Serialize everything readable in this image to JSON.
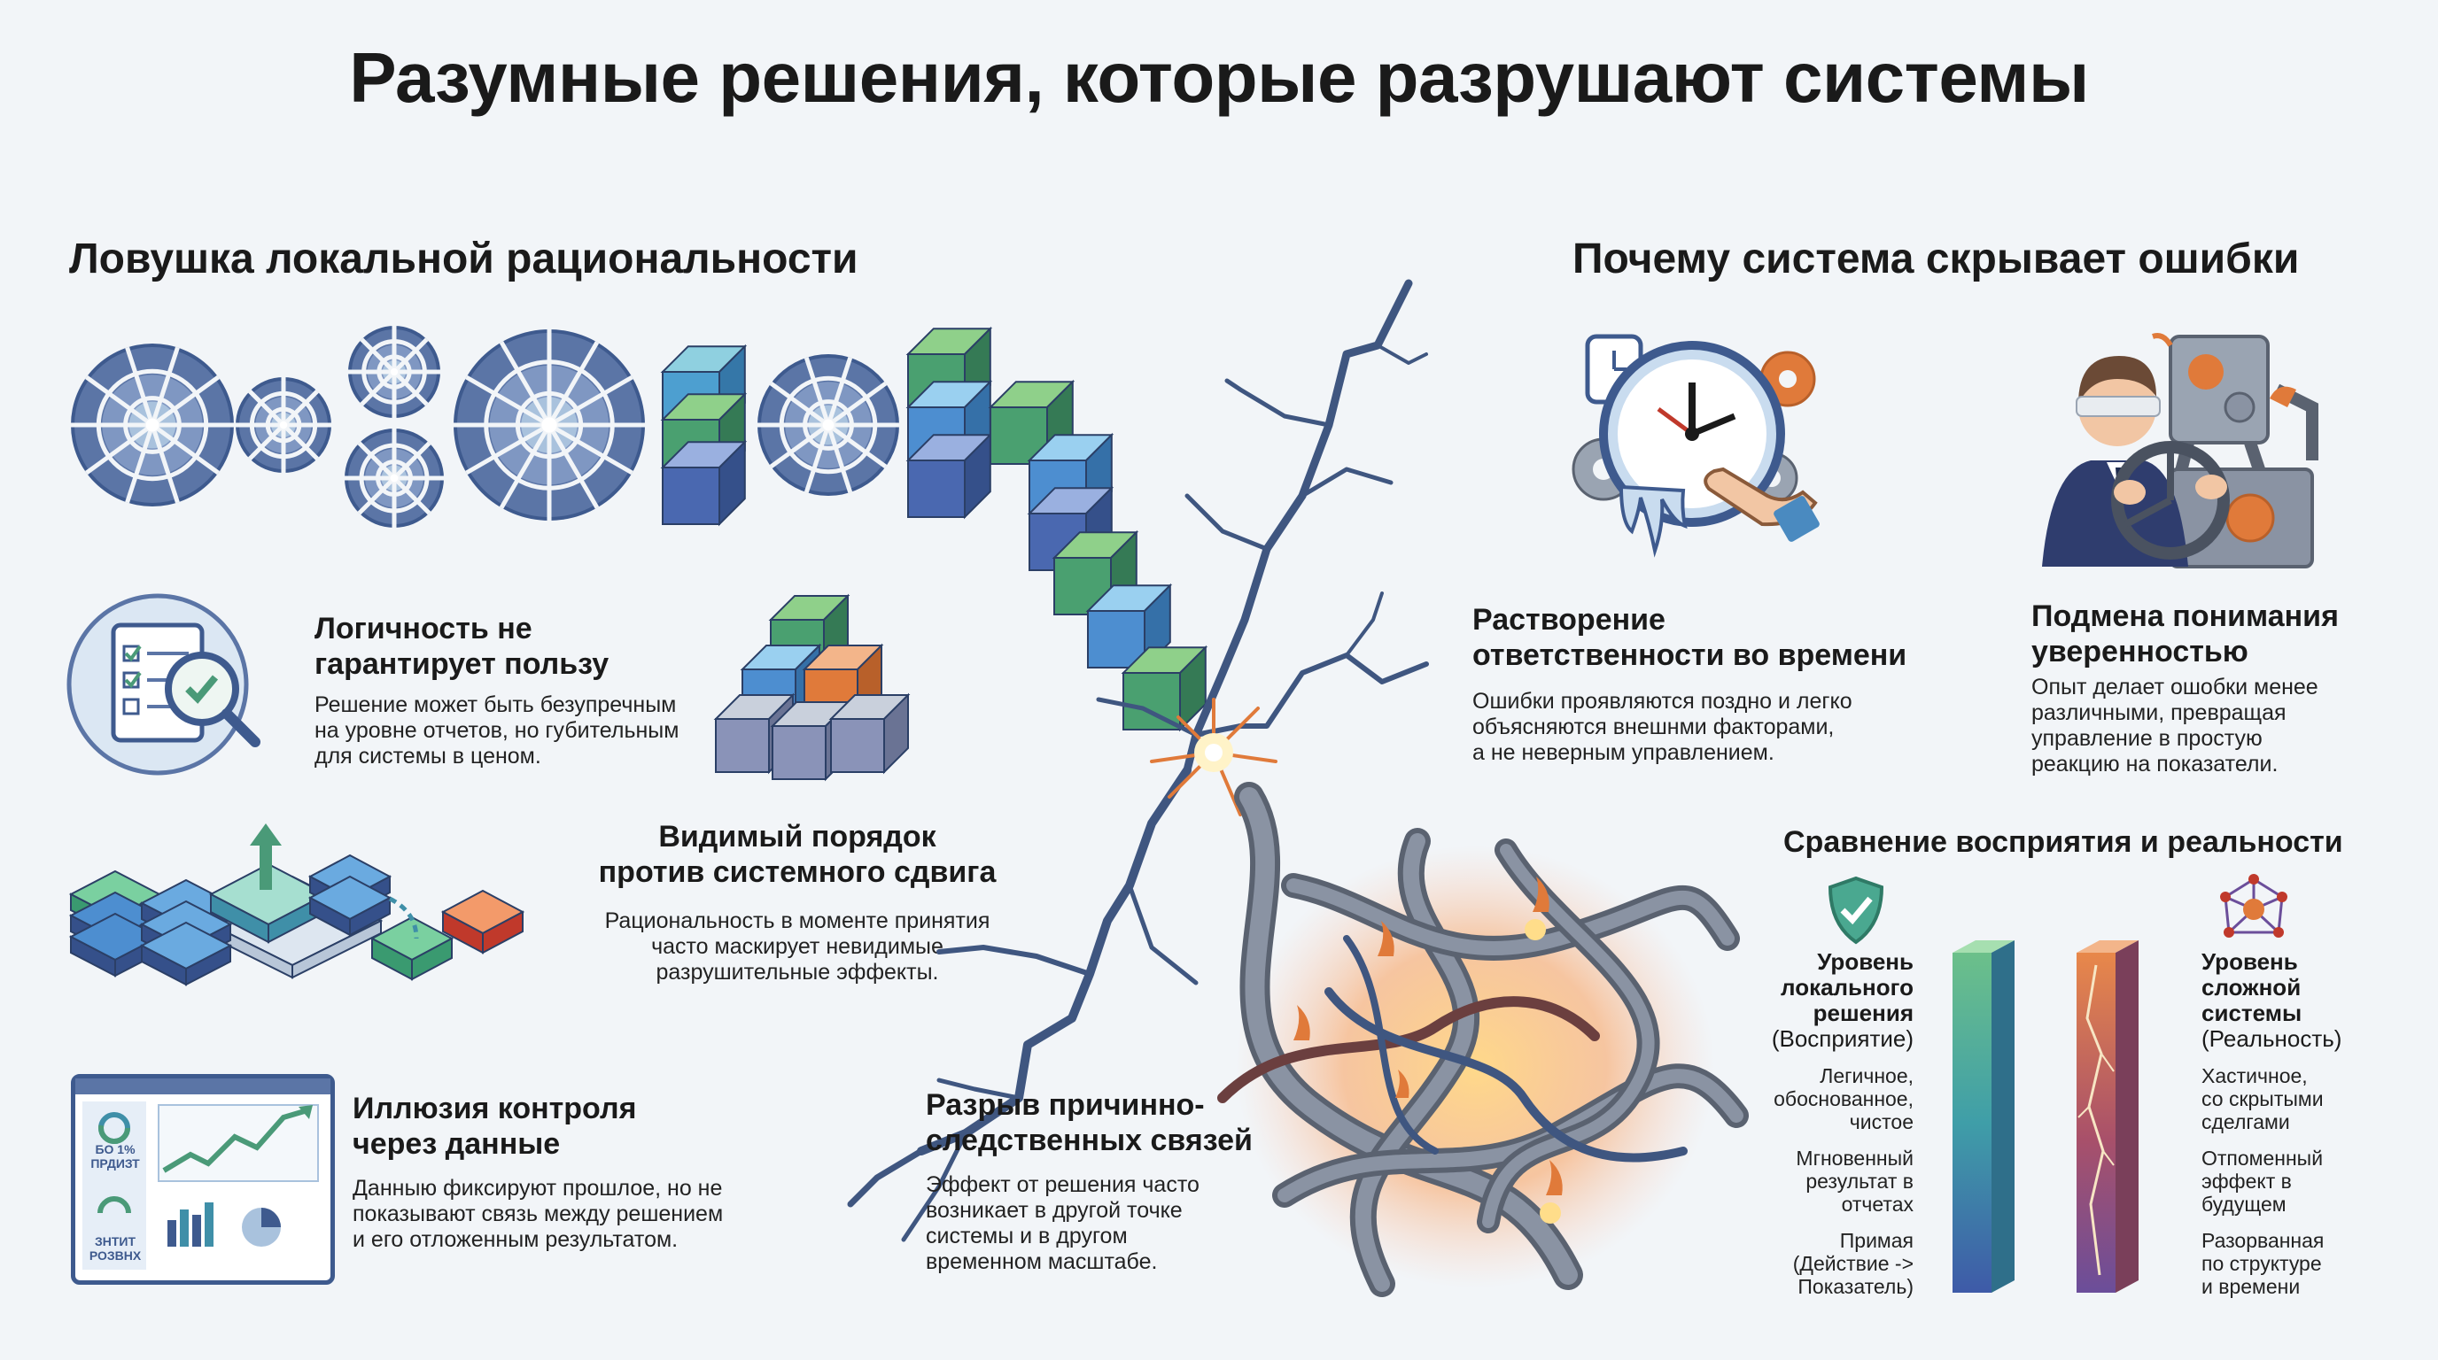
{
  "title": "Разумные решения, которые разрушают системы",
  "left": {
    "section": "Ловушка локальной рациональности",
    "blocks": [
      {
        "heading": [
          "Логичность не",
          "гарантирует пользу"
        ],
        "text": [
          "Решение может быть безупречным",
          "на уровне отчетов, но губительным",
          "для системы в ценом."
        ]
      },
      {
        "heading": [
          "Видимый порядок",
          "против системного сдвига"
        ],
        "text": [
          "Рациональность в моменте принятия",
          "часто маскирует невидимые",
          "разрушительные эффекты."
        ]
      },
      {
        "heading": [
          "Иллюзия контроля",
          "через данные"
        ],
        "text": [
          "Данныю фиксируют прошлое, но не",
          "показывают связь между решением",
          "и его отложенным результатом."
        ]
      }
    ],
    "dashboard_labels": [
      "БО 1%",
      "ПРДИЗТ",
      "ЗНТИТ",
      "РОЗВНХ"
    ]
  },
  "center": {
    "heading": [
      "Разрыв причинно-",
      "следственных связей"
    ],
    "text": [
      "Эффект от решения часто",
      "возникает в другой точке",
      "системы и в другом",
      "временном масштабе."
    ]
  },
  "right": {
    "section": "Почему система скрывает ошибки",
    "blocks": [
      {
        "heading": [
          "Растворение",
          "ответственности во времени"
        ],
        "text": [
          "Ошибки проявляются поздно и легко",
          "объясняются внешнми факторами,",
          "а не неверным управлением."
        ]
      },
      {
        "heading": [
          "Подмена понимания",
          "уверенностью"
        ],
        "text": [
          "Опыт делает ошобки менее",
          "различными, превращая",
          "управление в простую",
          "реакцию на показатели."
        ]
      }
    ]
  },
  "comparison": {
    "title": "Сравнение восприятия и реальности",
    "left_head": [
      "Уровень",
      "локального",
      "решения"
    ],
    "left_sub": "(Восприятие)",
    "left_rows": [
      [
        "Легичное,",
        "обоснованное,",
        "чистое"
      ],
      [
        "Мгновенный",
        "результат в",
        "отчетах"
      ],
      [
        "Примая",
        "(Действие ->",
        "Показатель)"
      ]
    ],
    "right_head": [
      "Уровень",
      "сложной",
      "системы"
    ],
    "right_sub": "(Реальность)",
    "right_rows": [
      [
        "Хастичное,",
        "со скрытыми",
        "сделгами"
      ],
      [
        "Отпоменный",
        "эффект в",
        "будущем"
      ],
      [
        "Разорванная",
        "по структуре",
        "и времени"
      ]
    ]
  },
  "colors": {
    "navy": "#3e5a8e",
    "slate": "#5b75a6",
    "light": "#a9c2dd",
    "green": "#4a9a78",
    "teal": "#3f8fa8",
    "orange": "#e07a3a",
    "purple": "#6b4e9a",
    "crack": "#3f5680"
  }
}
